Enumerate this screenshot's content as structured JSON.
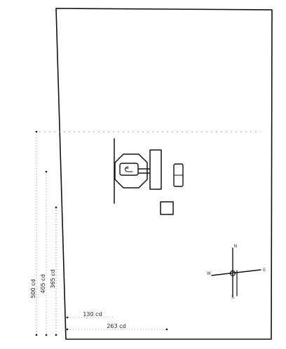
{
  "colors": {
    "ink": "#111111",
    "background": "#ffffff"
  },
  "dimensions": {
    "vertical": [
      "500 cd",
      "405 cd",
      "365 cd"
    ],
    "horizontal": [
      "130 cd",
      "263 cd"
    ]
  },
  "compass": {
    "north": "N",
    "south": "S",
    "east": "E",
    "west": "W"
  }
}
